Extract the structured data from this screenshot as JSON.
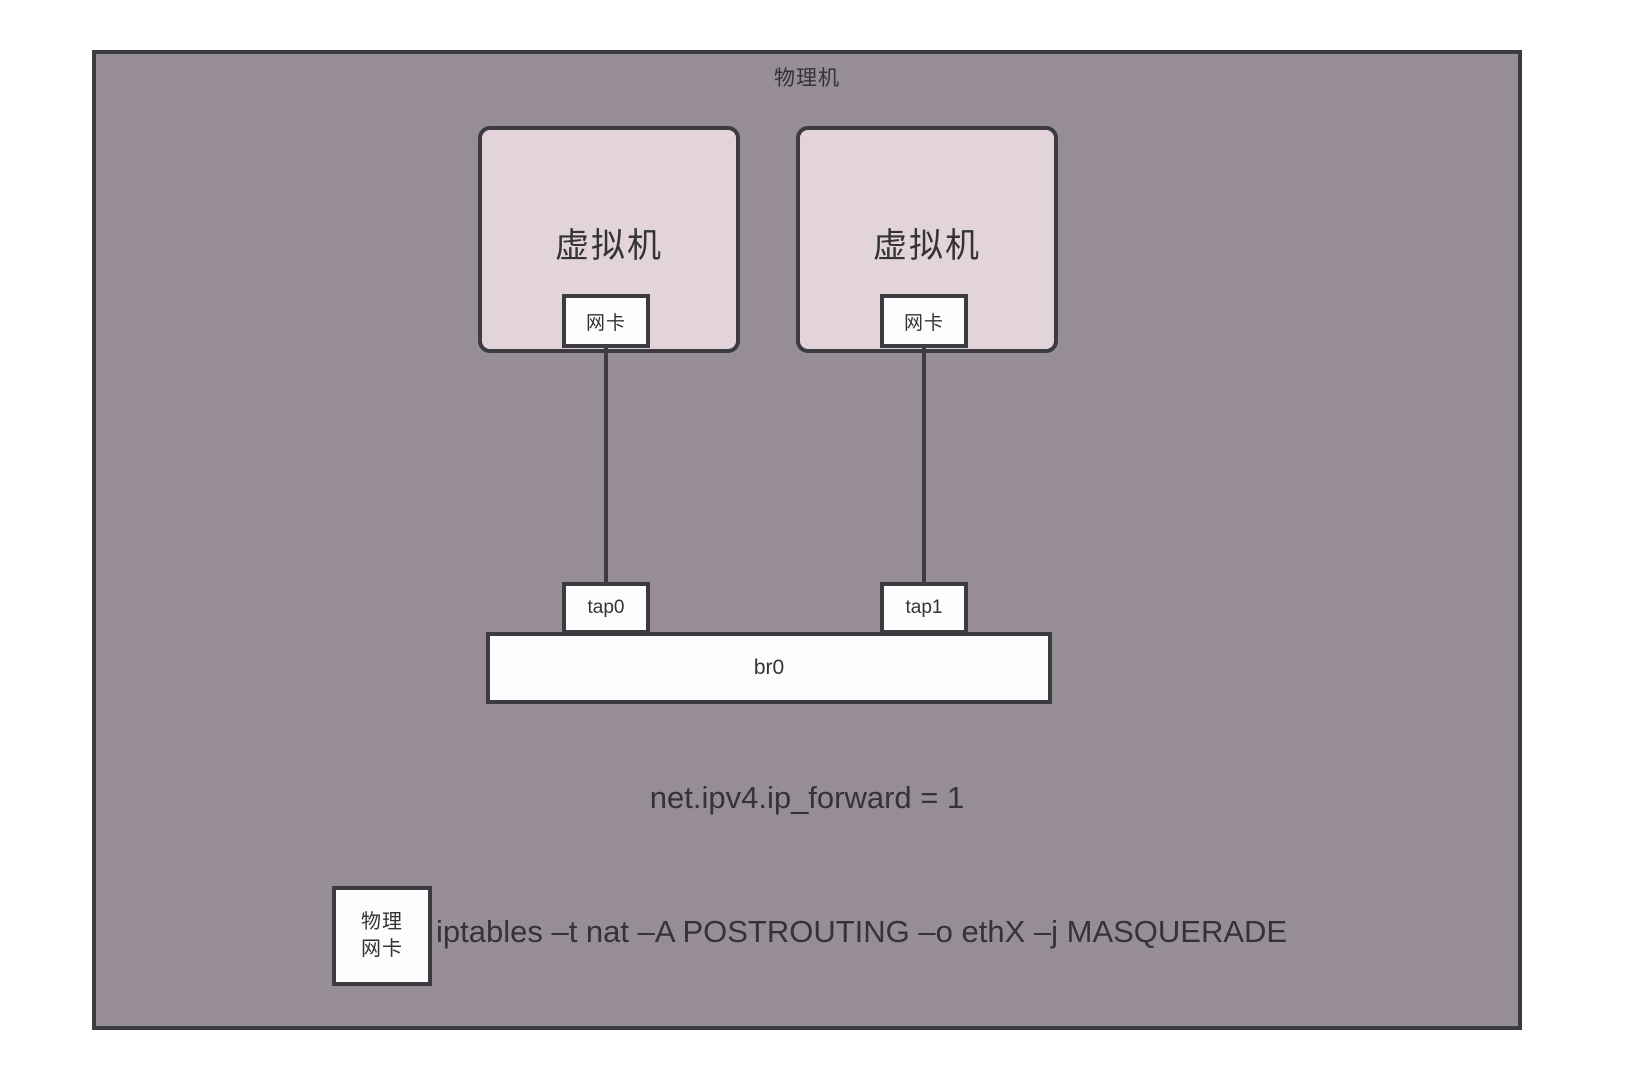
{
  "diagram": {
    "host": {
      "title": "物理机",
      "fill": "#968e94",
      "border": "#3b3b41"
    },
    "vms": [
      {
        "label": "虚拟机",
        "nic_label": "网卡",
        "tap_label": "tap0"
      },
      {
        "label": "虚拟机",
        "nic_label": "网卡",
        "tap_label": "tap1"
      }
    ],
    "bridge": {
      "label": "br0"
    },
    "sysctl": {
      "text": "net.ipv4.ip_forward = 1"
    },
    "physical_nic": {
      "line1": "物理",
      "line2": "网卡"
    },
    "iptables": {
      "command": "iptables –t nat –A POSTROUTING –o ethX –j MASQUERADE"
    },
    "colors": {
      "host_fill": "#968e94",
      "vm_fill": "#e2d4d9",
      "box_fill": "#fdfdfd",
      "stroke": "#3b3b41",
      "text": "#333338",
      "page_background": "#ffffff"
    }
  }
}
